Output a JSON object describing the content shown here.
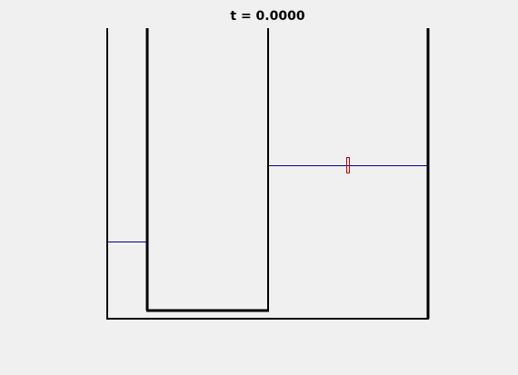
{
  "time_label": "t = 0.0000",
  "colors": {
    "background": "#f0f0f0",
    "container_wall": "#000000",
    "water_level": "#00008b",
    "marker": "#cc0000"
  },
  "simulation": {
    "time": 0.0,
    "marker_count": 1
  }
}
